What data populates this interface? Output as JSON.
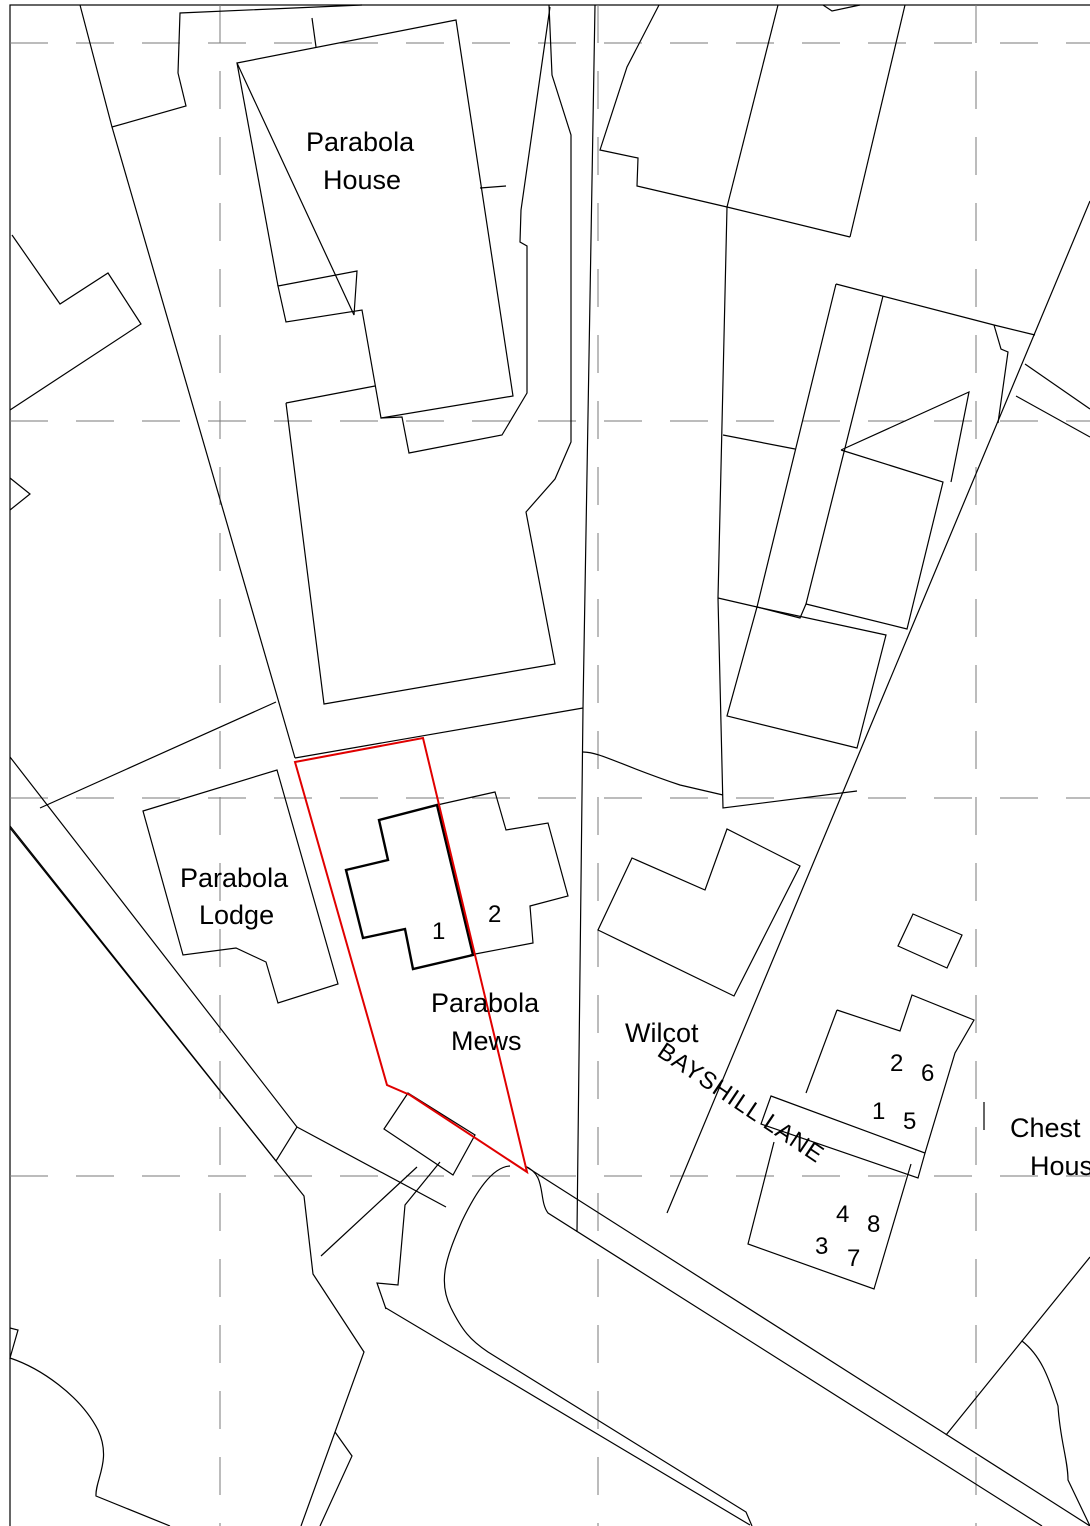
{
  "labels": {
    "parabola_house_1": "Parabola",
    "parabola_house_2": "House",
    "parabola_lodge_1": "Parabola",
    "parabola_lodge_2": "Lodge",
    "parabola_mews_1": "Parabola",
    "parabola_mews_2": "Mews",
    "wilcot": "Wilcot",
    "chest_1": "Chest",
    "chest_2": "Hous",
    "bayshill_lane": "BAYSHILL LANE"
  },
  "unit_numbers": {
    "mews_1": "1",
    "mews_2": "2",
    "flat_2": "2",
    "flat_6": "6",
    "flat_1": "1",
    "flat_5": "5",
    "flat_4": "4",
    "flat_8": "8",
    "flat_3": "3",
    "flat_7": "7"
  },
  "colors": {
    "site_boundary": "#e00000",
    "linework": "#000000",
    "grid": "#7a7a7a"
  }
}
